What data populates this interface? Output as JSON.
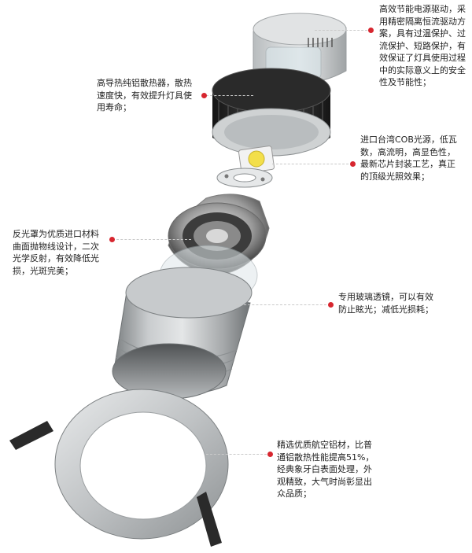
{
  "colors": {
    "accent_dot": "#d7262f",
    "leader_line": "#c9c9c9",
    "text": "#1e1e1e",
    "background": "#ffffff"
  },
  "annotations": {
    "driver": "高效节能电源驱动，采用精密隔离恒流驱动方案，具有过温保护、过流保护、短路保护，有效保证了灯具使用过程中的实际意义上的安全性及节能性；",
    "heatsink": "高导热纯铝散热器，散热速度快，有效提升灯具使用寿命；",
    "cob": "进口台湾COB光源，低瓦数，高流明，高显色性，最新芯片封装工艺，真正的顶级光照效果；",
    "reflector": "反光罩为优质进口材料曲面抛物线设计，二次光学反射，有效降低光损，光斑完美；",
    "glass": "专用玻璃透镜，可以有效防止眩光；减低光损耗；",
    "housing": "精选优质航空铝材，比普通铝散热性能提高51%，经典象牙白表面处理，外观精致，大气时尚彰显出众品质；"
  }
}
